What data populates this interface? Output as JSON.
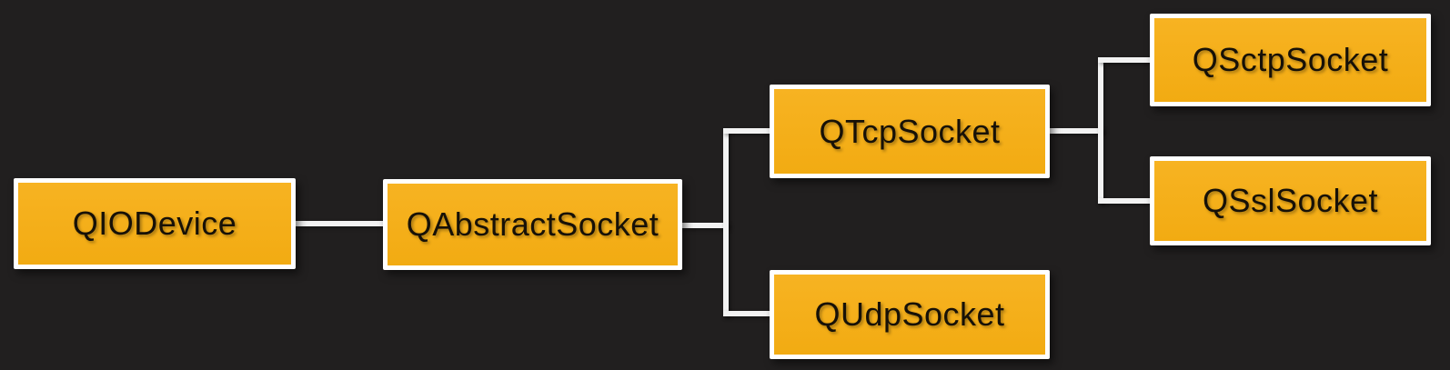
{
  "diagram": {
    "nodes": [
      {
        "id": "qiodevice",
        "label": "QIODevice"
      },
      {
        "id": "qabstractsocket",
        "label": "QAbstractSocket"
      },
      {
        "id": "qtcpsocket",
        "label": "QTcpSocket"
      },
      {
        "id": "qudpsocket",
        "label": "QUdpSocket"
      },
      {
        "id": "qsctpsocket",
        "label": "QSctpSocket"
      },
      {
        "id": "qsslsocket",
        "label": "QSslSocket"
      }
    ],
    "edges": [
      {
        "from": "QIODevice",
        "to": "QAbstractSocket"
      },
      {
        "from": "QAbstractSocket",
        "to": "QTcpSocket"
      },
      {
        "from": "QAbstractSocket",
        "to": "QUdpSocket"
      },
      {
        "from": "QTcpSocket",
        "to": "QSctpSocket"
      },
      {
        "from": "QTcpSocket",
        "to": "QSslSocket"
      }
    ],
    "colors": {
      "background": "#211f1f",
      "node_fill": "#f5ae17",
      "node_border": "#ffffff",
      "node_text": "#171107",
      "connector": "#f2f2f2"
    }
  }
}
